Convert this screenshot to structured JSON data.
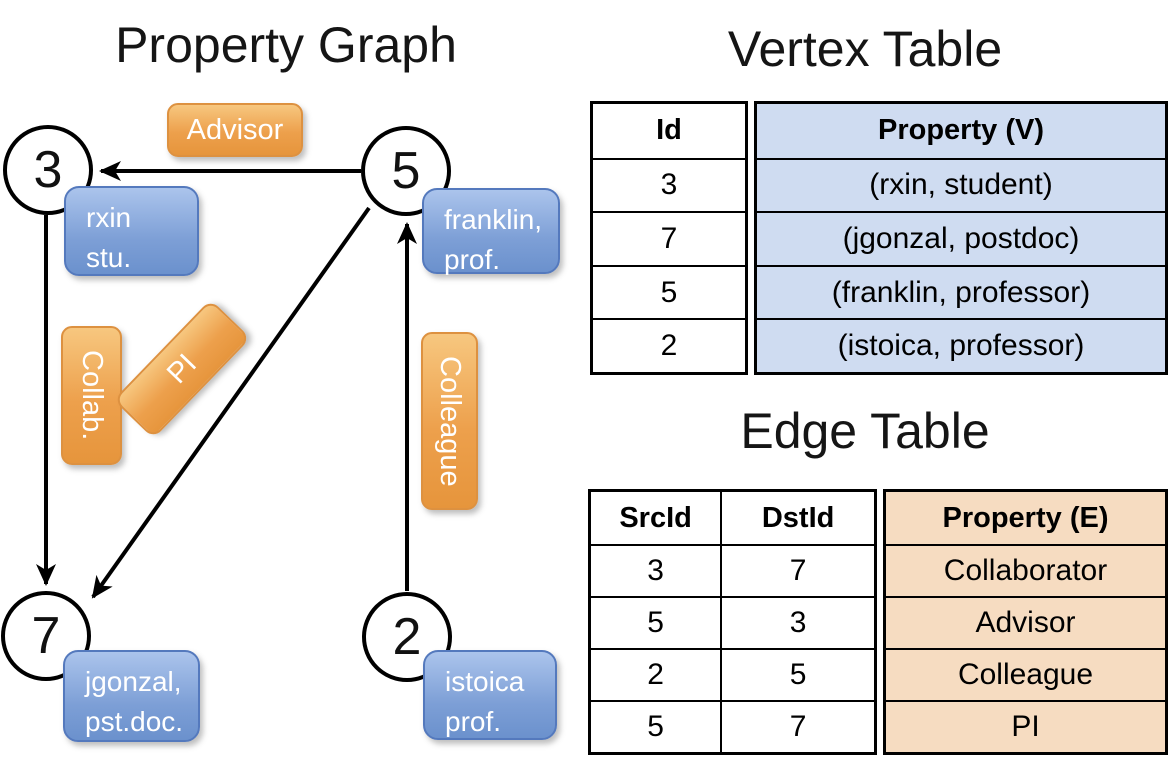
{
  "titles": {
    "graph": "Property Graph",
    "vertex_table": "Vertex Table",
    "edge_table": "Edge Table"
  },
  "graph": {
    "nodes": [
      {
        "id": "3"
      },
      {
        "id": "5"
      },
      {
        "id": "7"
      },
      {
        "id": "2"
      }
    ],
    "edge_labels": {
      "advisor": "Advisor",
      "collab": "Collab.",
      "pi": "PI",
      "colleague": "Colleague"
    },
    "vertex_boxes": {
      "rxin": {
        "line1": "rxin",
        "line2": "stu."
      },
      "franklin": {
        "line1": "franklin,",
        "line2": "prof."
      },
      "jgonzal": {
        "line1": "jgonzal,",
        "line2": "pst.doc."
      },
      "istoica": {
        "line1": "istoica",
        "line2": "prof."
      }
    }
  },
  "vertex_table": {
    "headers": {
      "id": "Id",
      "property": "Property (V)"
    },
    "rows": [
      {
        "id": "3",
        "property": "(rxin, student)"
      },
      {
        "id": "7",
        "property": "(jgonzal, postdoc)"
      },
      {
        "id": "5",
        "property": "(franklin, professor)"
      },
      {
        "id": "2",
        "property": "(istoica, professor)"
      }
    ]
  },
  "edge_table": {
    "headers": {
      "src": "SrcId",
      "dst": "DstId",
      "property": "Property (E)"
    },
    "rows": [
      {
        "src": "3",
        "dst": "7",
        "property": "Collaborator"
      },
      {
        "src": "5",
        "dst": "3",
        "property": "Advisor"
      },
      {
        "src": "2",
        "dst": "5",
        "property": "Colleague"
      },
      {
        "src": "5",
        "dst": "7",
        "property": "PI"
      }
    ]
  },
  "colors": {
    "edge_label_orange": "#eda04c",
    "vertex_box_blue": "#7d9fd6",
    "vertex_table_fill": "#cfdcf1",
    "edge_table_fill": "#f6dcc1",
    "line_black": "#000000"
  }
}
